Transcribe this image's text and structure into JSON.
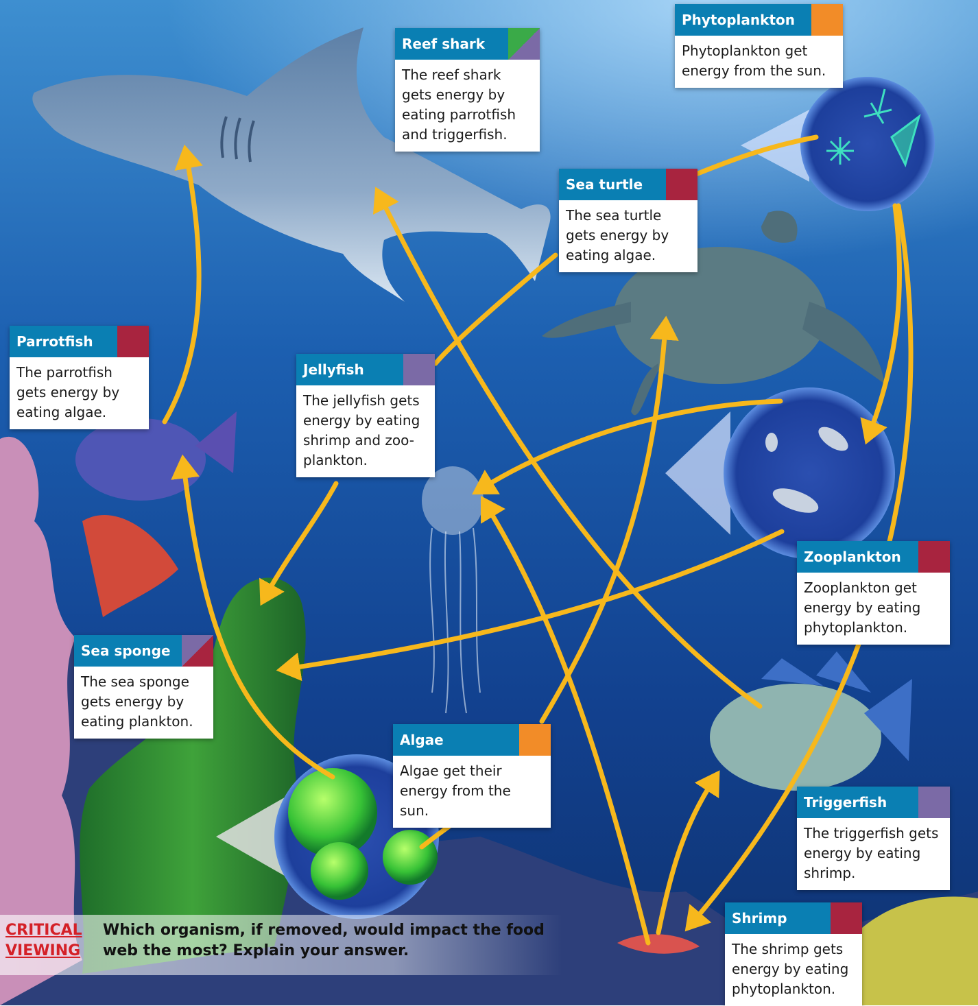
{
  "colors": {
    "header_blue": "#0a7fb3",
    "arrow": "#f7b81c",
    "producer": "#f28c28",
    "primary_consumer": "#a8243f",
    "secondary_consumer": "#7b6aa6",
    "tertiary_consumer": "#3aaa48",
    "critical_red": "#d42027"
  },
  "organisms": {
    "reef_shark": {
      "name": "Reef shark",
      "text": "The reef shark gets energy by eating parrotfish and triggerfish.",
      "swatch": [
        "#3aaa48",
        "#7b6aa6"
      ]
    },
    "phytoplankton": {
      "name": "Phytoplankton",
      "text": "Phytoplankton get energy from the sun.",
      "swatch": [
        "#f28c28"
      ]
    },
    "sea_turtle": {
      "name": "Sea turtle",
      "text": "The sea turtle gets energy by eating algae.",
      "swatch": [
        "#a8243f"
      ]
    },
    "parrotfish": {
      "name": "Parrotfish",
      "text": "The parrotfish gets energy by eating algae.",
      "swatch": [
        "#a8243f"
      ]
    },
    "jellyfish": {
      "name": "Jellyfish",
      "text": "The jellyfish gets energy by eating shrimp and zoo-plankton.",
      "swatch": [
        "#7b6aa6"
      ]
    },
    "zooplankton": {
      "name": "Zooplankton",
      "text": "Zooplankton get energy by eating phytoplankton.",
      "swatch": [
        "#a8243f"
      ]
    },
    "sea_sponge": {
      "name": "Sea sponge",
      "text": "The sea sponge gets energy by eating plankton.",
      "swatch": [
        "#7b6aa6",
        "#a8243f"
      ]
    },
    "algae": {
      "name": "Algae",
      "text": "Algae get their energy from the sun.",
      "swatch": [
        "#f28c28"
      ]
    },
    "triggerfish": {
      "name": "Triggerfish",
      "text": "The triggerfish gets energy by eating shrimp.",
      "swatch": [
        "#7b6aa6"
      ]
    },
    "shrimp": {
      "name": "Shrimp",
      "text": "The shrimp gets energy by eating phytoplankton.",
      "swatch": [
        "#a8243f"
      ]
    }
  },
  "critical_viewing": {
    "label_line1": "CRITICAL",
    "label_line2": "VIEWING",
    "question": "Which organism, if removed, would impact the food web the most? Explain your answer."
  }
}
